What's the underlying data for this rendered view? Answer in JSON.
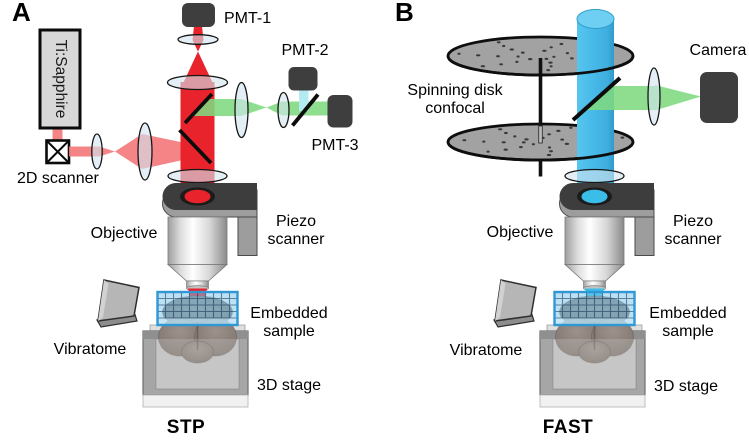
{
  "figure": {
    "panel_a": {
      "letter": "A",
      "laser_label": "Ti:Sapphire",
      "scanner_label": "2D scanner",
      "pmt1": "PMT-1",
      "pmt2": "PMT-2",
      "pmt3": "PMT-3",
      "objective": "Objective",
      "piezo_line1": "Piezo",
      "piezo_line2": "scanner",
      "embedded_line1": "Embedded",
      "embedded_line2": "sample",
      "vibratome": "Vibratome",
      "stage": "3D stage",
      "title": "STP"
    },
    "panel_b": {
      "letter": "B",
      "camera": "Camera",
      "spinning_line1": "Spinning disk",
      "spinning_line2": "confocal",
      "objective": "Objective",
      "piezo_line1": "Piezo",
      "piezo_line2": "scanner",
      "embedded_line1": "Embedded",
      "embedded_line2": "sample",
      "vibratome": "Vibratome",
      "stage": "3D stage",
      "title": "FAST"
    },
    "colors": {
      "laser_red": "#e8232b",
      "beam_red_light": "#f4797d",
      "beam_green": "#7fda7f",
      "beam_cyan": "#b2ebf2",
      "beam_blue": "#45b8e8",
      "lens_fill": "#d3e5ef",
      "detector_gray": "#3e3e3e",
      "metal_gray": "#9d9d9d"
    }
  }
}
